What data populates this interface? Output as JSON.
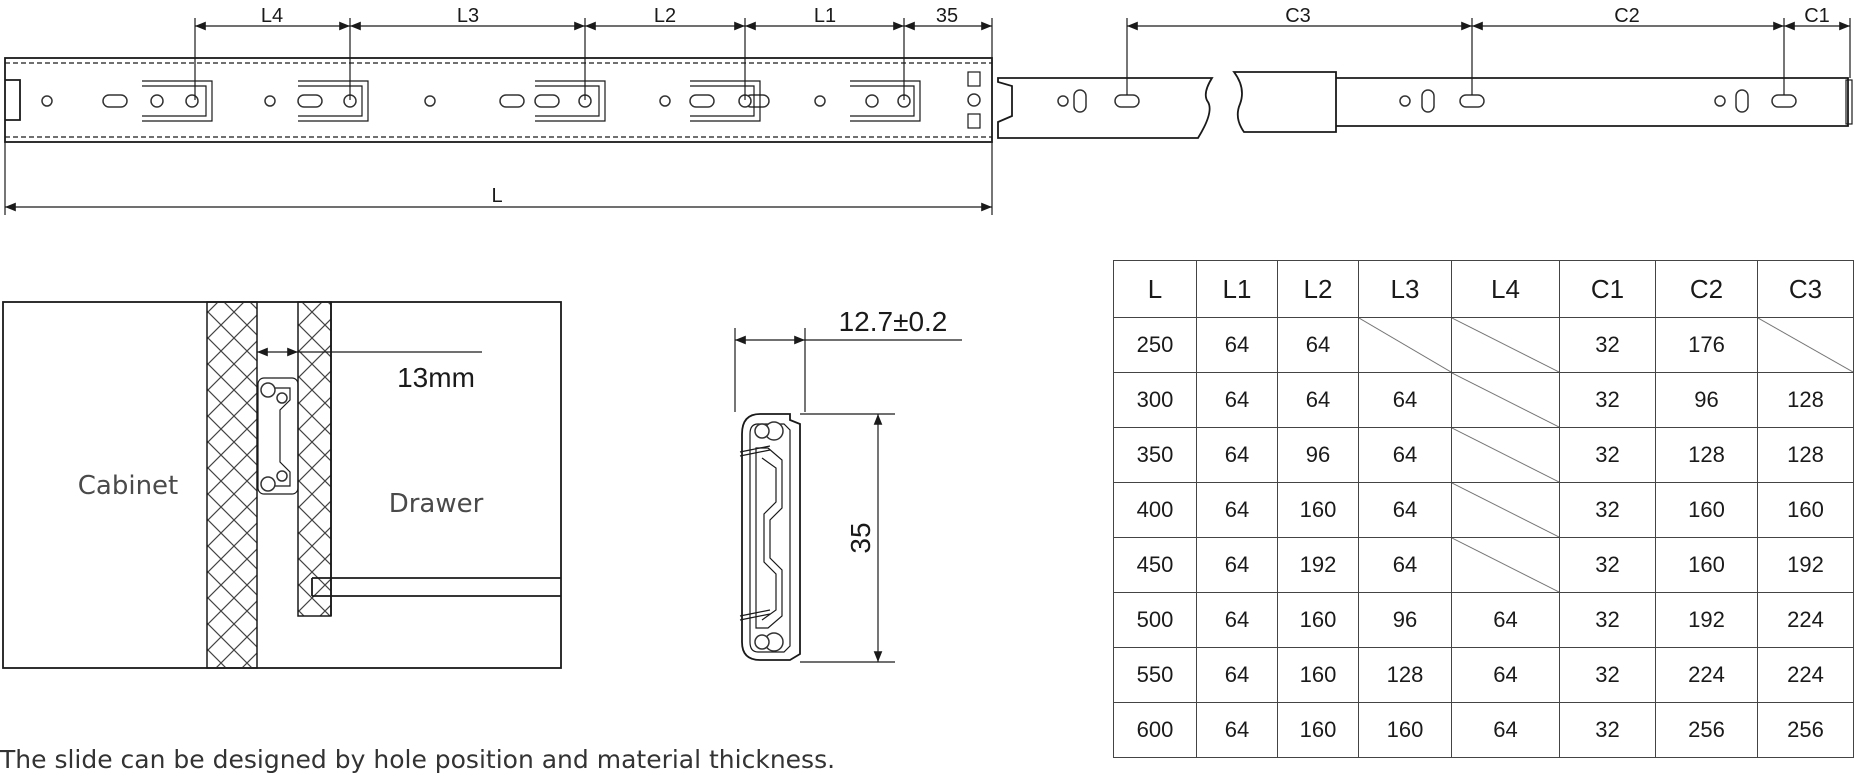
{
  "dimensions": {
    "top": [
      "L4",
      "L3",
      "L2",
      "L1",
      "35"
    ],
    "extension": [
      "C3",
      "C2",
      "C1"
    ],
    "overall": "L",
    "gap": "13mm",
    "width": "12.7±0.2",
    "height": "35"
  },
  "labels": {
    "cabinet": "Cabinet",
    "drawer": "Drawer"
  },
  "table": {
    "headers": [
      "L",
      "L1",
      "L2",
      "L3",
      "L4",
      "C1",
      "C2",
      "C3"
    ],
    "rows": [
      [
        "250",
        "64",
        "64",
        "",
        "",
        "32",
        "176",
        ""
      ],
      [
        "300",
        "64",
        "64",
        "64",
        "",
        "32",
        "96",
        "128"
      ],
      [
        "350",
        "64",
        "96",
        "64",
        "",
        "32",
        "128",
        "128"
      ],
      [
        "400",
        "64",
        "160",
        "64",
        "",
        "32",
        "160",
        "160"
      ],
      [
        "450",
        "64",
        "192",
        "64",
        "",
        "32",
        "160",
        "192"
      ],
      [
        "500",
        "64",
        "160",
        "96",
        "64",
        "32",
        "192",
        "224"
      ],
      [
        "550",
        "64",
        "160",
        "128",
        "64",
        "32",
        "224",
        "224"
      ],
      [
        "600",
        "64",
        "160",
        "160",
        "64",
        "32",
        "256",
        "256"
      ]
    ]
  },
  "caption": "The slide can be designed by hole position and material thickness."
}
